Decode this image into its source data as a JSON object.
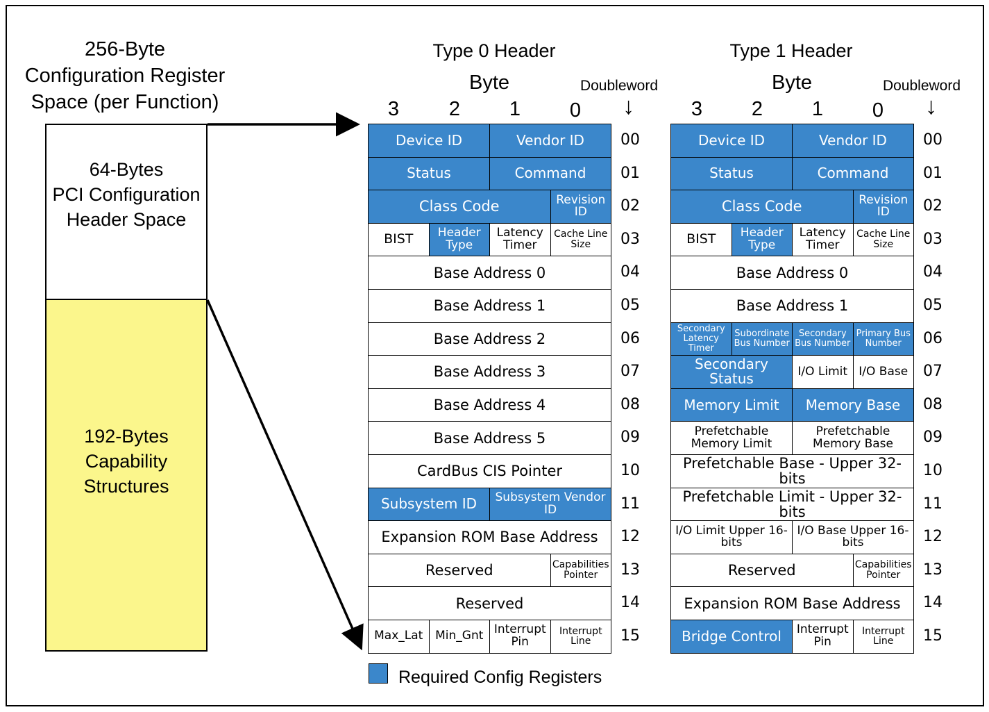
{
  "left": {
    "title": [
      "256-Byte",
      "Configuration Register",
      "Space (per Function)"
    ],
    "top_box": [
      "64-Bytes",
      "PCI Configuration",
      "Header Space"
    ],
    "bottom_box": [
      "192-Bytes",
      "Capability",
      "Structures"
    ]
  },
  "colors": {
    "required": "#3b87cb",
    "capability": "#fbf68c"
  },
  "byte_label": "Byte",
  "doubleword_label": "Doubleword",
  "byte_columns": [
    "3",
    "2",
    "1",
    "0"
  ],
  "dwords": [
    "00",
    "01",
    "02",
    "03",
    "04",
    "05",
    "06",
    "07",
    "08",
    "09",
    "10",
    "11",
    "12",
    "13",
    "14",
    "15"
  ],
  "type0": {
    "title": "Type 0 Header",
    "rows": [
      [
        {
          "t": "Device ID",
          "s": 2,
          "b": 1
        },
        {
          "t": "Vendor ID",
          "s": 2,
          "b": 1
        }
      ],
      [
        {
          "t": "Status",
          "s": 2,
          "b": 1
        },
        {
          "t": "Command",
          "s": 2,
          "b": 1
        }
      ],
      [
        {
          "t": "Class Code",
          "s": 3,
          "b": 1
        },
        {
          "t": "Revision ID",
          "s": 1,
          "b": 1
        }
      ],
      [
        {
          "t": "BIST",
          "s": 1,
          "b": 0
        },
        {
          "t": "Header Type",
          "s": 1,
          "b": 1
        },
        {
          "t": "Latency Timer",
          "s": 1,
          "b": 0
        },
        {
          "t": "Cache Line Size",
          "s": 1,
          "b": 0
        }
      ],
      [
        {
          "t": "Base Address 0",
          "s": 4,
          "b": 0
        }
      ],
      [
        {
          "t": "Base Address 1",
          "s": 4,
          "b": 0
        }
      ],
      [
        {
          "t": "Base Address 2",
          "s": 4,
          "b": 0
        }
      ],
      [
        {
          "t": "Base Address 3",
          "s": 4,
          "b": 0
        }
      ],
      [
        {
          "t": "Base Address 4",
          "s": 4,
          "b": 0
        }
      ],
      [
        {
          "t": "Base Address 5",
          "s": 4,
          "b": 0
        }
      ],
      [
        {
          "t": "CardBus CIS Pointer",
          "s": 4,
          "b": 0
        }
      ],
      [
        {
          "t": "Subsystem ID",
          "s": 2,
          "b": 1
        },
        {
          "t": "Subsystem Vendor ID",
          "s": 2,
          "b": 1
        }
      ],
      [
        {
          "t": "Expansion ROM Base Address",
          "s": 4,
          "b": 0
        }
      ],
      [
        {
          "t": "Reserved",
          "s": 3,
          "b": 0
        },
        {
          "t": "Capabilities Pointer",
          "s": 1,
          "b": 0
        }
      ],
      [
        {
          "t": "Reserved",
          "s": 4,
          "b": 0
        }
      ],
      [
        {
          "t": "Max_Lat",
          "s": 1,
          "b": 0
        },
        {
          "t": "Min_Gnt",
          "s": 1,
          "b": 0
        },
        {
          "t": "Interrupt Pin",
          "s": 1,
          "b": 0
        },
        {
          "t": "Interrupt Line",
          "s": 1,
          "b": 0
        }
      ]
    ]
  },
  "type1": {
    "title": "Type 1 Header",
    "rows": [
      [
        {
          "t": "Device ID",
          "s": 2,
          "b": 1
        },
        {
          "t": "Vendor ID",
          "s": 2,
          "b": 1
        }
      ],
      [
        {
          "t": "Status",
          "s": 2,
          "b": 1
        },
        {
          "t": "Command",
          "s": 2,
          "b": 1
        }
      ],
      [
        {
          "t": "Class Code",
          "s": 3,
          "b": 1
        },
        {
          "t": "Revision ID",
          "s": 1,
          "b": 1
        }
      ],
      [
        {
          "t": "BIST",
          "s": 1,
          "b": 0
        },
        {
          "t": "Header Type",
          "s": 1,
          "b": 1
        },
        {
          "t": "Latency Timer",
          "s": 1,
          "b": 0
        },
        {
          "t": "Cache Line Size",
          "s": 1,
          "b": 0
        }
      ],
      [
        {
          "t": "Base Address 0",
          "s": 4,
          "b": 0
        }
      ],
      [
        {
          "t": "Base Address 1",
          "s": 4,
          "b": 0
        }
      ],
      [
        {
          "t": "Secondary Latency Timer",
          "s": 1,
          "b": 1
        },
        {
          "t": "Subordinate Bus Number",
          "s": 1,
          "b": 1
        },
        {
          "t": "Secondary Bus Number",
          "s": 1,
          "b": 1
        },
        {
          "t": "Primary Bus Number",
          "s": 1,
          "b": 1
        }
      ],
      [
        {
          "t": "Secondary Status",
          "s": 2,
          "b": 1
        },
        {
          "t": "I/O Limit",
          "s": 1,
          "b": 0
        },
        {
          "t": "I/O Base",
          "s": 1,
          "b": 0
        }
      ],
      [
        {
          "t": "Memory Limit",
          "s": 2,
          "b": 1
        },
        {
          "t": "Memory Base",
          "s": 2,
          "b": 1
        }
      ],
      [
        {
          "t": "Prefetchable Memory Limit",
          "s": 2,
          "b": 0
        },
        {
          "t": "Prefetchable Memory Base",
          "s": 2,
          "b": 0
        }
      ],
      [
        {
          "t": "Prefetchable Base - Upper 32-bits",
          "s": 4,
          "b": 0
        }
      ],
      [
        {
          "t": "Prefetchable Limit - Upper 32-bits",
          "s": 4,
          "b": 0
        }
      ],
      [
        {
          "t": "I/O Limit Upper 16-bits",
          "s": 2,
          "b": 0
        },
        {
          "t": "I/O Base Upper 16-bits",
          "s": 2,
          "b": 0
        }
      ],
      [
        {
          "t": "Reserved",
          "s": 3,
          "b": 0
        },
        {
          "t": "Capabilities Pointer",
          "s": 1,
          "b": 0
        }
      ],
      [
        {
          "t": "Expansion ROM Base Address",
          "s": 4,
          "b": 0
        }
      ],
      [
        {
          "t": "Bridge Control",
          "s": 2,
          "b": 1
        },
        {
          "t": "Interrupt Pin",
          "s": 1,
          "b": 0
        },
        {
          "t": "Interrupt Line",
          "s": 1,
          "b": 0
        }
      ]
    ]
  },
  "legend": {
    "label": "Required Config Registers"
  }
}
